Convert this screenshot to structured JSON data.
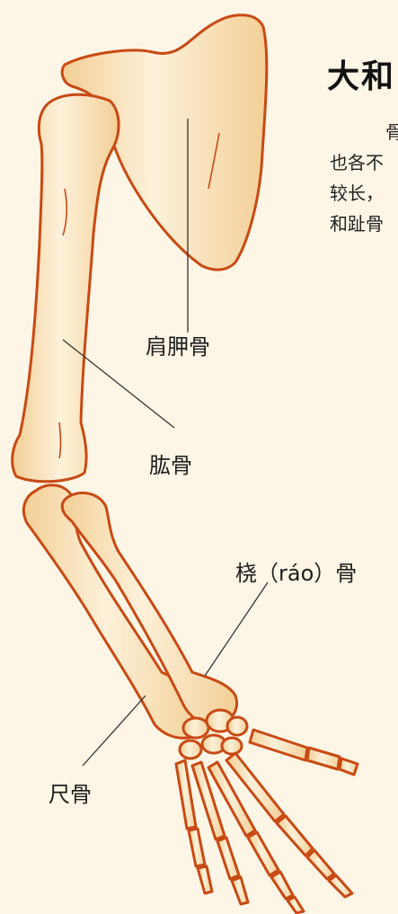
{
  "title": "大和",
  "intro_lines": [
    "骨",
    "也各不",
    "较长，",
    "和趾骨"
  ],
  "labels": {
    "scapula": "肩胛骨",
    "humerus": "肱骨",
    "radius": "桡（ráo）骨",
    "ulna": "尺骨"
  },
  "colors": {
    "background": "#fdf6e6",
    "bone_fill": "#f7dcae",
    "bone_light": "#fdf1da",
    "bone_outline": "#c84a14",
    "leader_line": "#333333"
  }
}
